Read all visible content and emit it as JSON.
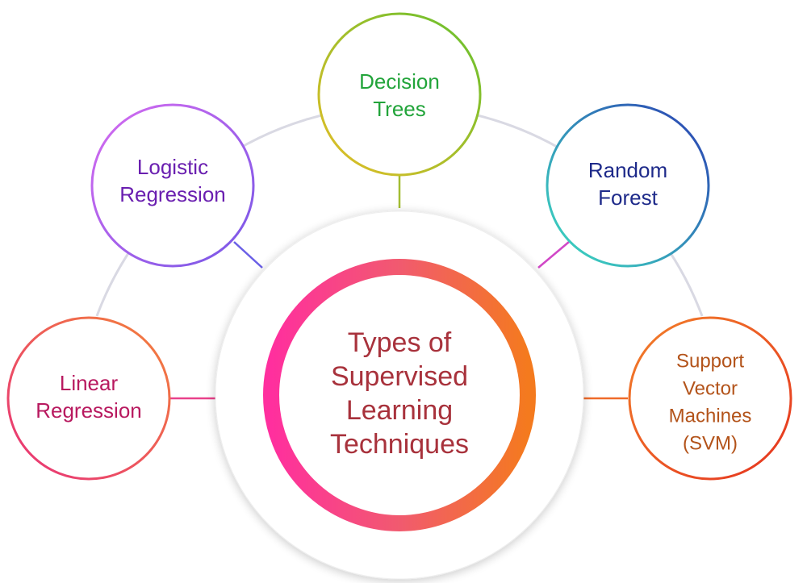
{
  "center": {
    "lines": [
      "Types of",
      "Supervised",
      "Learning",
      "Techniques"
    ],
    "text_color": "#a8323c",
    "ring_gradient": [
      "#ff2f9e",
      "#f15a6f",
      "#f47a1e"
    ]
  },
  "nodes": [
    {
      "id": "linear-regression",
      "lines": [
        "Linear",
        "Regression"
      ],
      "text_color": "#b8195f",
      "ring_gradient": [
        "#f3813a",
        "#e8327a"
      ],
      "connector_color": "#e9418a"
    },
    {
      "id": "logistic-regression",
      "lines": [
        "Logistic",
        "Regression"
      ],
      "text_color": "#6a1fb0",
      "ring_gradient": [
        "#d76bf0",
        "#7557e6"
      ],
      "connector_color": "#6a5fe6"
    },
    {
      "id": "decision-trees",
      "lines": [
        "Decision",
        "Trees"
      ],
      "text_color": "#22a43a",
      "ring_gradient": [
        "#e6bd27",
        "#63c02e"
      ],
      "connector_color": "#a3bd33"
    },
    {
      "id": "random-forest",
      "lines": [
        "Random",
        "Forest"
      ],
      "text_color": "#1e2a8a",
      "ring_gradient": [
        "#3de0c0",
        "#2a3db3"
      ],
      "connector_color": "#d147c7"
    },
    {
      "id": "support-vector-machines",
      "lines": [
        "Support",
        "Vector",
        "Machines",
        "(SVM)"
      ],
      "text_color": "#b3531a",
      "ring_gradient": [
        "#f2802a",
        "#e5331f"
      ],
      "connector_color": "#ef6b2a"
    }
  ],
  "outer_arc_color": "#d9d9e3"
}
